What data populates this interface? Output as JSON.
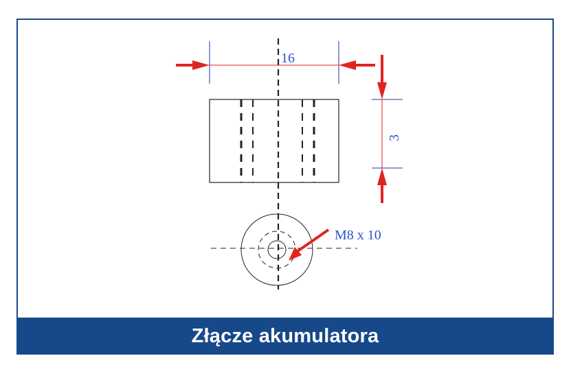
{
  "title": "Złącze akumulatora",
  "dimensions": {
    "width_label": "16",
    "height_label": "3",
    "thread_label": "M8 x 10"
  },
  "colors": {
    "frame": "#17488a",
    "footer_bg": "#17488a",
    "footer_text": "#ffffff",
    "dimension_text": "#2a55c8",
    "dimension_line": "#e0231f",
    "extension_line": "#2233aa",
    "arrow": "#e0231f",
    "outline": "#222222"
  }
}
